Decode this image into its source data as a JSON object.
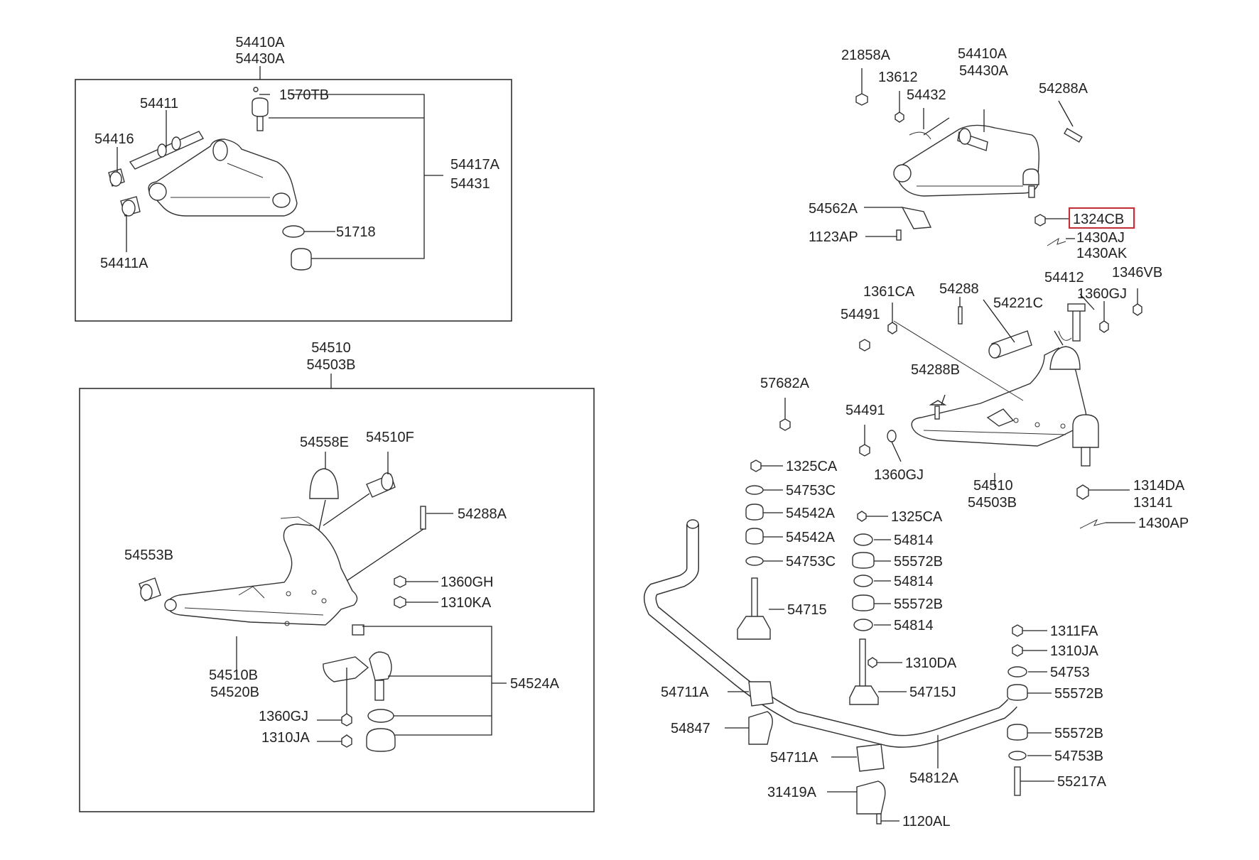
{
  "diagram": {
    "highlight_color": "#e0242c",
    "groups": {
      "upper_arm_assy": [
        "54410A",
        "54430A"
      ],
      "lower_arm_assy": [
        "54510",
        "54503B"
      ]
    },
    "labels": [
      {
        "id": "ul_54410a",
        "text": "54410A"
      },
      {
        "id": "ul_54430a",
        "text": "54430A"
      },
      {
        "id": "ul_1570tb",
        "text": "1570TB"
      },
      {
        "id": "ul_54411",
        "text": "54411"
      },
      {
        "id": "ul_54416",
        "text": "54416"
      },
      {
        "id": "ul_54417a",
        "text": "54417A"
      },
      {
        "id": "ul_54431",
        "text": "54431"
      },
      {
        "id": "ul_51718",
        "text": "51718"
      },
      {
        "id": "ul_54411a",
        "text": "54411A"
      },
      {
        "id": "ll_54510",
        "text": "54510"
      },
      {
        "id": "ll_54503b",
        "text": "54503B"
      },
      {
        "id": "ll_54558e",
        "text": "54558E"
      },
      {
        "id": "ll_54510f",
        "text": "54510F"
      },
      {
        "id": "ll_54288a",
        "text": "54288A"
      },
      {
        "id": "ll_54553b",
        "text": "54553B"
      },
      {
        "id": "ll_1360gh",
        "text": "1360GH"
      },
      {
        "id": "ll_1310ka",
        "text": "1310KA"
      },
      {
        "id": "ll_54510b",
        "text": "54510B"
      },
      {
        "id": "ll_54520b",
        "text": "54520B"
      },
      {
        "id": "ll_54524a",
        "text": "54524A"
      },
      {
        "id": "ll_1360gj",
        "text": "1360GJ"
      },
      {
        "id": "ll_1310ja",
        "text": "1310JA"
      },
      {
        "id": "r_21858a",
        "text": "21858A"
      },
      {
        "id": "r_54410a",
        "text": "54410A"
      },
      {
        "id": "r_54430a",
        "text": "54430A"
      },
      {
        "id": "r_13612",
        "text": "13612"
      },
      {
        "id": "r_54432",
        "text": "54432"
      },
      {
        "id": "r_54288a",
        "text": "54288A"
      },
      {
        "id": "r_54562a",
        "text": "54562A"
      },
      {
        "id": "r_1324cb",
        "text": "1324CB"
      },
      {
        "id": "r_1123ap",
        "text": "1123AP"
      },
      {
        "id": "r_1430aj",
        "text": "1430AJ"
      },
      {
        "id": "r_1430ak",
        "text": "1430AK"
      },
      {
        "id": "r_1361ca",
        "text": "1361CA"
      },
      {
        "id": "r_54288",
        "text": "54288"
      },
      {
        "id": "r_54412",
        "text": "54412"
      },
      {
        "id": "r_1346vb",
        "text": "1346VB"
      },
      {
        "id": "r_54491a",
        "text": "54491"
      },
      {
        "id": "r_54221c",
        "text": "54221C"
      },
      {
        "id": "r_1360gj_a",
        "text": "1360GJ"
      },
      {
        "id": "r_57682a",
        "text": "57682A"
      },
      {
        "id": "r_54288b",
        "text": "54288B"
      },
      {
        "id": "r_54491b",
        "text": "54491"
      },
      {
        "id": "r_1360gj_b",
        "text": "1360GJ"
      },
      {
        "id": "r_54510",
        "text": "54510"
      },
      {
        "id": "r_54503b",
        "text": "54503B"
      },
      {
        "id": "r_1314da",
        "text": "1314DA"
      },
      {
        "id": "r_13141",
        "text": "13141"
      },
      {
        "id": "r_1430ap",
        "text": "1430AP"
      },
      {
        "id": "r_1325ca_a",
        "text": "1325CA"
      },
      {
        "id": "r_54753c_a",
        "text": "54753C"
      },
      {
        "id": "r_54542a_a",
        "text": "54542A"
      },
      {
        "id": "r_54542a_b",
        "text": "54542A"
      },
      {
        "id": "r_54753c_b",
        "text": "54753C"
      },
      {
        "id": "r_54715",
        "text": "54715"
      },
      {
        "id": "r_1325ca_b",
        "text": "1325CA"
      },
      {
        "id": "r_54814_a",
        "text": "54814"
      },
      {
        "id": "r_55572b_a",
        "text": "55572B"
      },
      {
        "id": "r_54814_b",
        "text": "54814"
      },
      {
        "id": "r_55572b_b",
        "text": "55572B"
      },
      {
        "id": "r_54814_c",
        "text": "54814"
      },
      {
        "id": "r_1310da",
        "text": "1310DA"
      },
      {
        "id": "r_54715j",
        "text": "54715J"
      },
      {
        "id": "r_54711a_a",
        "text": "54711A"
      },
      {
        "id": "r_54847",
        "text": "54847"
      },
      {
        "id": "r_54711a_b",
        "text": "54711A"
      },
      {
        "id": "r_54812a",
        "text": "54812A"
      },
      {
        "id": "r_31419a",
        "text": "31419A"
      },
      {
        "id": "r_1120al",
        "text": "1120AL"
      },
      {
        "id": "r_1311fa",
        "text": "1311FA"
      },
      {
        "id": "r_1310ja",
        "text": "1310JA"
      },
      {
        "id": "r_54753",
        "text": "54753"
      },
      {
        "id": "r_55572b_c",
        "text": "55572B"
      },
      {
        "id": "r_55572b_d",
        "text": "55572B"
      },
      {
        "id": "r_54753b",
        "text": "54753B"
      },
      {
        "id": "r_55217a",
        "text": "55217A"
      }
    ]
  }
}
